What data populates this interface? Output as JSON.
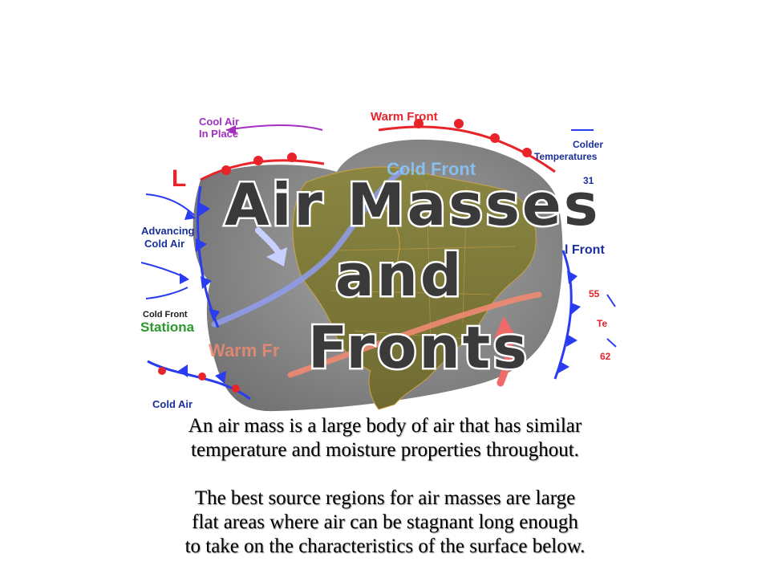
{
  "figure": {
    "title_line_1": "Air Masses",
    "title_line_2": "and",
    "title_line_3": "Fronts",
    "labels": {
      "low_symbol": "L",
      "cool_air_1": "Cool Air",
      "cool_air_2": "In Place",
      "warm_front_top": "Warm Front",
      "cold_front_center": "Cold Front",
      "colder_1": "Colder",
      "colder_2": "Temperatures",
      "colder_value": "31",
      "advancing_1": "Advancing",
      "advancing_2": "Cold Air",
      "cold_front_left": "Cold Front",
      "stationary": "Stationa",
      "warm_front_bottom": "Warm Fr",
      "cold_air_bottom": "Cold Air",
      "front_right": "l Front",
      "value_55": "55",
      "temp_partial": "Te",
      "value_62": "62"
    },
    "colors": {
      "warm_front": "#e8242a",
      "cold_front": "#2a3cf0",
      "label_purple": "#a030c0",
      "label_blue": "#1a2f9a",
      "stationary_green": "#2a9a2a",
      "land": "#7d7a3a",
      "ocean": "#8c8c8c"
    }
  },
  "caption": {
    "p1_line1": "An air mass is a large body of air that has similar",
    "p1_line2": "temperature and moisture properties throughout.",
    "p2_line1": "The best source regions for air masses are large",
    "p2_line2": "flat areas where air can be stagnant long enough",
    "p2_line3": "to take on the characteristics of the surface below."
  }
}
